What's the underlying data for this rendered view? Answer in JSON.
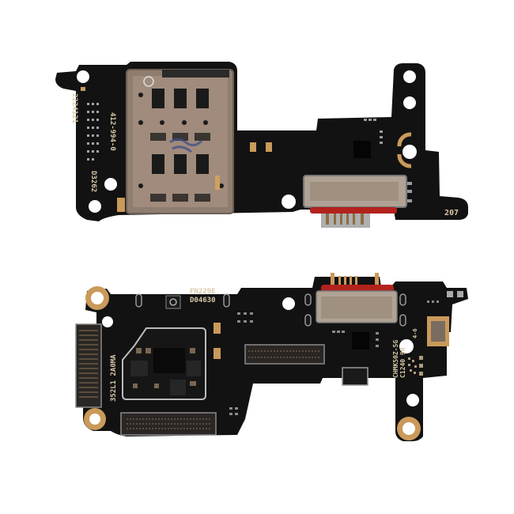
{
  "scene": {
    "description": "Product photo of a smartphone charging-port sub-board (USB-C flex PCB) shown top side and bottom side on white background",
    "background": "#ffffff",
    "pcb_color": "#111111",
    "gold_pad_color": "#c99a5a",
    "sim_tray_color": "#9a8576",
    "usb_shell_color": "#a89a8c",
    "usb_red_color": "#b2221d"
  },
  "top_board": {
    "label_serial": "2224121",
    "label_part": "412-994-0",
    "label_lot": "D3262",
    "label_code": "207",
    "components": [
      "sim-card-slot",
      "usb-c-port",
      "ic-chip",
      "mounting-holes"
    ]
  },
  "bottom_board": {
    "label_fn": "FN229E",
    "label_lot": "D04630",
    "label_side": "352L1 2A0MA",
    "label_model": "CHMK50Z-5G",
    "label_batch": "C1240 9H",
    "label_small": "4-6",
    "components": [
      "board-to-board-connector-left",
      "board-to-board-connector-bottom",
      "board-to-board-connector-right",
      "shielded-power-ic-area",
      "usb-c-port",
      "microphone",
      "antenna-connector",
      "mounting-holes"
    ]
  }
}
